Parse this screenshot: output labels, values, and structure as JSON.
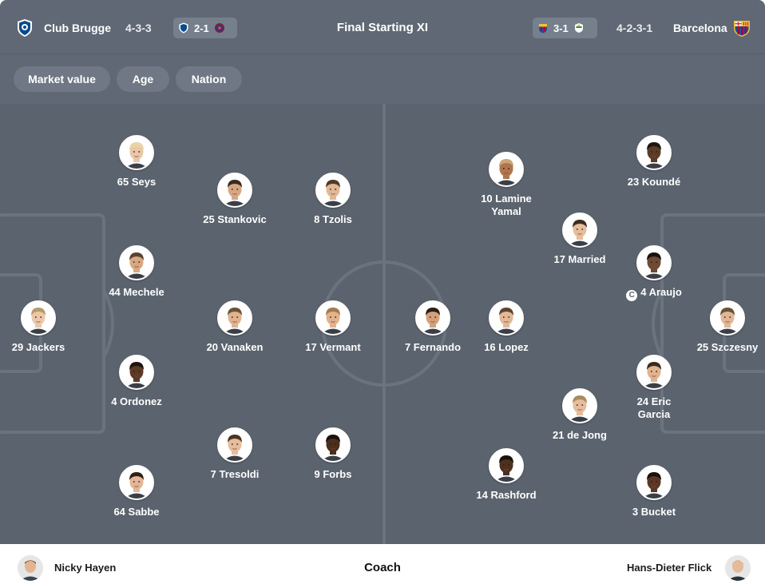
{
  "header": {
    "home_team": "Club Brugge",
    "home_formation": "4-3-3",
    "home_prev_score": "2-1",
    "title": "Final Starting XI",
    "away_prev_score": "3-1",
    "away_formation": "4-2-3-1",
    "away_team": "Barcelona"
  },
  "filters": [
    "Market value",
    "Age",
    "Nation"
  ],
  "home_players": [
    {
      "label": "65 Seys",
      "skin": "#e9c7a8",
      "hair": "#e7d6a3"
    },
    {
      "label": "25 Stankovic",
      "skin": "#d7a783",
      "hair": "#3a2b20"
    },
    {
      "label": "8 Tzolis",
      "skin": "#e2b796",
      "hair": "#4d3b2a"
    },
    {
      "label": "44 Mechele",
      "skin": "#d9a883",
      "hair": "#5a4331"
    },
    {
      "label": "29 Jackers",
      "skin": "#ecc8a8",
      "hair": "#b89a6a"
    },
    {
      "label": "20 Vanaken",
      "skin": "#e0b390",
      "hair": "#6b5238"
    },
    {
      "label": "17 Vermant",
      "skin": "#e2b28c",
      "hair": "#a17b4e"
    },
    {
      "label": "4 Ordonez",
      "skin": "#5c3a26",
      "hair": "#1e1510"
    },
    {
      "label": "7 Tresoldi",
      "skin": "#e6bd9c",
      "hair": "#4a3526"
    },
    {
      "label": "9 Forbs",
      "skin": "#4b2e1e",
      "hair": "#1a120c"
    },
    {
      "label": "64 Sabbe",
      "skin": "#e3b695",
      "hair": "#2f2018"
    }
  ],
  "away_players": [
    {
      "label": "10 Lamine Yamal",
      "skin": "#b0754d",
      "hair": "#c9a77a"
    },
    {
      "label": "23 Koundé",
      "skin": "#5c3b27",
      "hair": "#1e1510"
    },
    {
      "label": "17 Married",
      "skin": "#e6be9c",
      "hair": "#3f2c1f"
    },
    {
      "label": "4 Araujo",
      "captain": true,
      "skin": "#6d4a33",
      "hair": "#1a120c"
    },
    {
      "label": "7 Fernando",
      "skin": "#d4a07a",
      "hair": "#2c1f17"
    },
    {
      "label": "16 Lopez",
      "skin": "#e3b896",
      "hair": "#5e4533"
    },
    {
      "label": "25 Szczesny",
      "skin": "#e2b695",
      "hair": "#6b5238"
    },
    {
      "label": "24 Eric Garcia",
      "skin": "#e0b38f",
      "hair": "#3a2a1e"
    },
    {
      "label": "21 de Jong",
      "skin": "#e6bd9c",
      "hair": "#a98a5e"
    },
    {
      "label": "14 Rashford",
      "skin": "#4e301f",
      "hair": "#1a120c"
    },
    {
      "label": "3 Bucket",
      "skin": "#5a3825",
      "hair": "#1a120c"
    }
  ],
  "coaches": {
    "home": "Nicky Hayen",
    "title": "Coach",
    "away": "Hans-Dieter Flick"
  },
  "colors": {
    "header_bg": "#5f6874",
    "pitch_bg": "#5b636e",
    "pitch_lines": "#6a737e",
    "chip_bg": "#6f7884",
    "score_pill_bg": "#76808c",
    "barca_blue": "#1f4ea0",
    "barca_red": "#a50044",
    "brugge_blue": "#0a4a8c"
  }
}
